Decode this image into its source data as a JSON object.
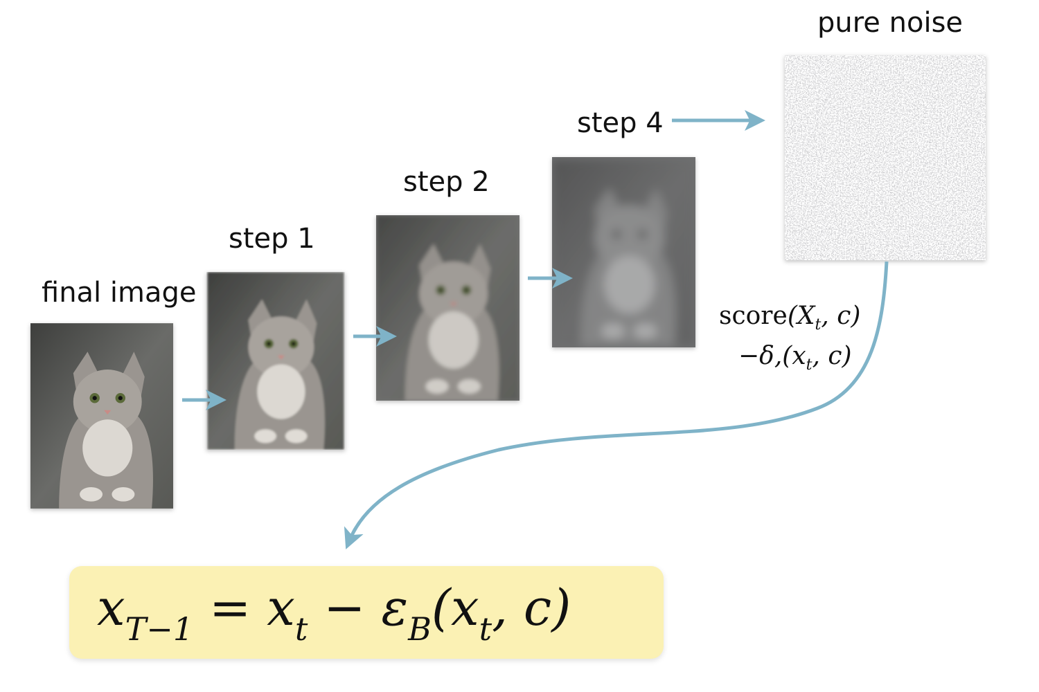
{
  "labels": {
    "final_image": "final image",
    "step1": "step 1",
    "step2": "step 2",
    "step4": "step 4",
    "pure_noise": "pure noise"
  },
  "score": {
    "line1_prefix": "score",
    "line1_args": "(X",
    "line1_sub": "t",
    "line1_rest": ", c)",
    "line2_prefix": "−δ,(x",
    "line2_sub": "t",
    "line2_rest": ", c)"
  },
  "formula": {
    "lhs": "x",
    "lhs_sub": "T−1",
    "eq": " = ",
    "x": "x",
    "x_sub": "t",
    "minus": " − ",
    "eps": "ε",
    "eps_sub": "B",
    "args_open": "(x",
    "args_sub": "t",
    "args_close": ", c)"
  },
  "colors": {
    "arrow": "#7fb3c8",
    "formula_bg": "#fbf1b4"
  }
}
